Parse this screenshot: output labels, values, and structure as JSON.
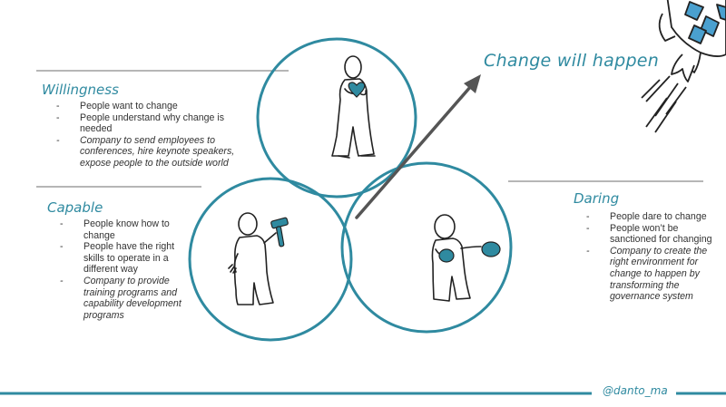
{
  "headline": "Change will happen",
  "credit": "@danto_ma",
  "colors": {
    "accent": "#2f8aa0",
    "arrow": "#555555",
    "text": "#333333"
  },
  "sections": {
    "willingness": {
      "title": "Willingness",
      "points": [
        "People want to change",
        "People understand why change is needed",
        "Company to send employees to conferences, hire keynote speakers, expose people to the outside world"
      ]
    },
    "capable": {
      "title": "Capable",
      "points": [
        "People know how to change",
        "People have the right skills to operate in a different way",
        "Company to provide training programs and capability development programs"
      ]
    },
    "daring": {
      "title": "Daring",
      "points": [
        "People dare to change",
        "People won’t be sanctioned for changing",
        "Company to create the right environment for change to happen by transforming the governance system"
      ]
    }
  },
  "icons": [
    "rocket-icon",
    "heart-icon",
    "hammer-icon",
    "boxing-glove-icon"
  ]
}
